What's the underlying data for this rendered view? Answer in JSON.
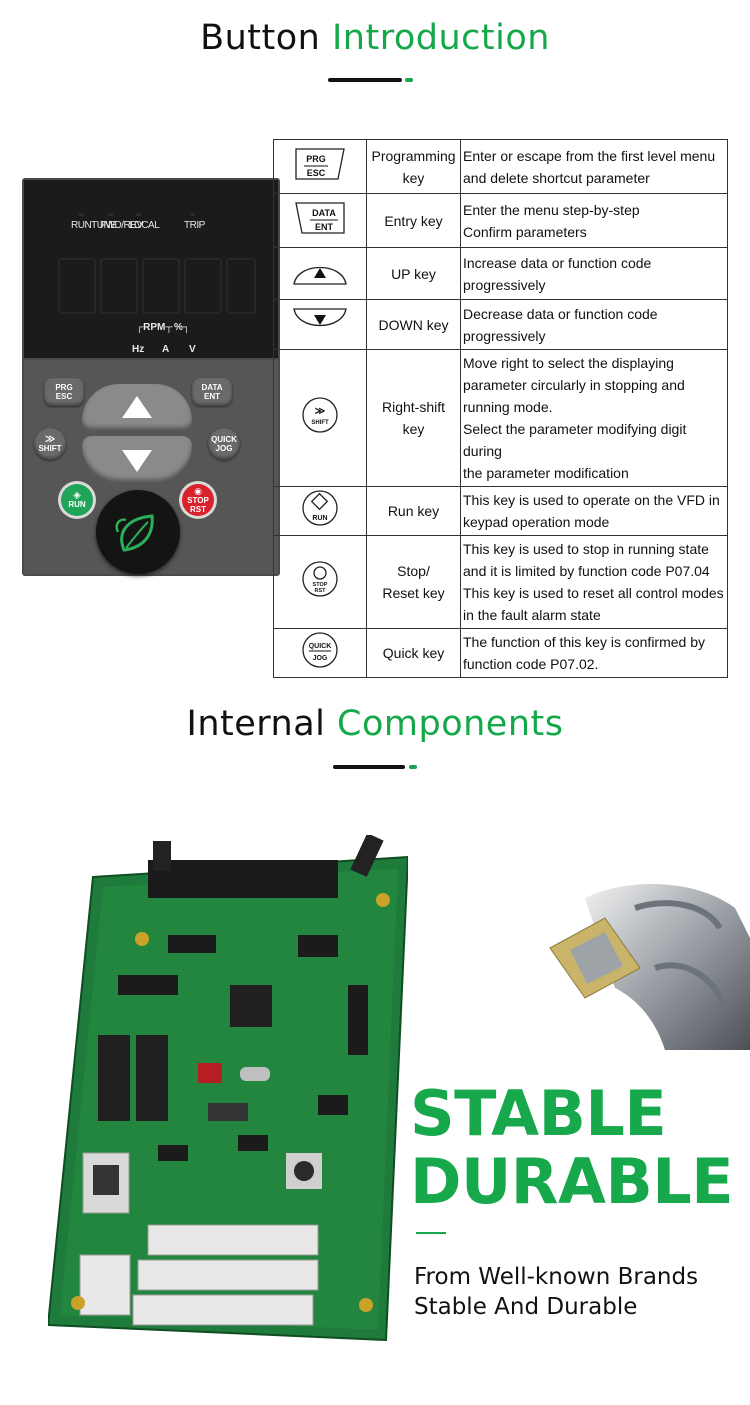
{
  "section1": {
    "title_black": "Button",
    "title_green": "Introduction"
  },
  "keypad": {
    "indicators": [
      "RUNTUNE",
      "FWD/REV",
      "LOCAL",
      "TRIP"
    ],
    "units_top": [
      "RPM",
      "%"
    ],
    "units_bottom": [
      "Hz",
      "A",
      "V"
    ],
    "buttons": {
      "prg": [
        "PRG",
        "ESC"
      ],
      "data": [
        "DATA",
        "ENT"
      ],
      "shift": "SHIFT",
      "quick": [
        "QUICK",
        "JOG"
      ],
      "run": "RUN",
      "stop": [
        "STOP",
        "RST"
      ]
    }
  },
  "keys": [
    {
      "icon": "prg-esc-key-icon",
      "icon_text": [
        "PRG",
        "ESC"
      ],
      "name": [
        "Programming",
        "key"
      ],
      "desc": [
        "Enter or escape from the first level menu",
        "and delete shortcut parameter"
      ]
    },
    {
      "icon": "data-ent-key-icon",
      "icon_text": [
        "DATA",
        "ENT"
      ],
      "name": [
        "Entry key"
      ],
      "desc": [
        "Enter the menu step-by-step",
        "Confirm parameters"
      ]
    },
    {
      "icon": "up-key-icon",
      "icon_text": [],
      "name": [
        "UP key"
      ],
      "desc": [
        "Increase data or function code",
        "progressively"
      ]
    },
    {
      "icon": "down-key-icon",
      "icon_text": [],
      "name": [
        "DOWN key"
      ],
      "desc": [
        "Decrease data or function code",
        "progressively"
      ]
    },
    {
      "icon": "shift-key-icon",
      "icon_text": [
        "SHIFT"
      ],
      "name": [
        "Right-shift",
        "key"
      ],
      "desc": [
        "Move right to select the displaying",
        "parameter circularly in stopping and",
        "running mode.",
        "Select the parameter modifying digit during",
        "the parameter modification"
      ]
    },
    {
      "icon": "run-key-icon",
      "icon_text": [
        "RUN"
      ],
      "name": [
        "Run key"
      ],
      "desc": [
        "This key is used to operate on the VFD in",
        "keypad operation mode"
      ]
    },
    {
      "icon": "stop-reset-key-icon",
      "icon_text": [
        "STOP",
        "RST"
      ],
      "name": [
        "Stop/",
        "Reset key"
      ],
      "desc": [
        "This key is used to stop in running state",
        "and it is limited by function code P07.04",
        "This key is used to reset all control modes",
        "in the fault alarm state"
      ]
    },
    {
      "icon": "quick-jog-key-icon",
      "icon_text": [
        "QUICK",
        "JOG"
      ],
      "name": [
        "Quick key"
      ],
      "desc": [
        "The function of this key is confirmed by",
        "function code P07.02."
      ]
    }
  ],
  "section2": {
    "title_black": "Internal",
    "title_green": "Components"
  },
  "feature": {
    "line1": "STABLE",
    "line2": "DURABLE",
    "tagline1": "From Well-known Brands",
    "tagline2": "Stable And Durable"
  },
  "colors": {
    "accent_green": "#15a84a",
    "text": "#111111",
    "pcb_green": "#1e7a3a"
  }
}
